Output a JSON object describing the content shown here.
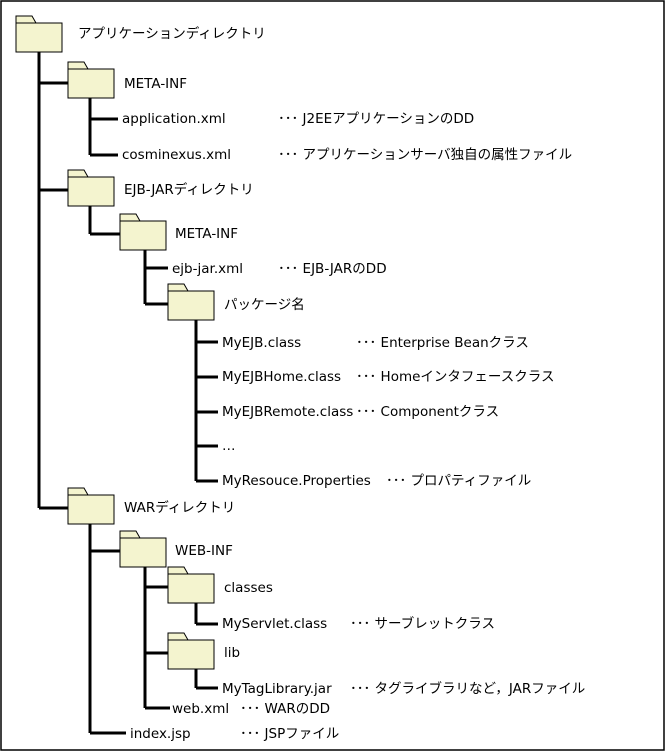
{
  "nodes": {
    "root": "アプリケーションディレクトリ",
    "meta_inf_1": "META-INF",
    "application_xml": "application.xml",
    "cosminexus_xml": "cosminexus.xml",
    "ejb_jar_dir": "EJB-JARディレクトリ",
    "meta_inf_2": "META-INF",
    "ejb_jar_xml": "ejb-jar.xml",
    "package_name": "パッケージ名",
    "myejb_class": "MyEJB.class",
    "myejbhome_class": "MyEJBHome.class",
    "myejbremote_class": "MyEJBRemote.class",
    "ellipsis": "…",
    "myresouce_properties": "MyResouce.Properties",
    "war_dir": "WARディレクトリ",
    "web_inf": "WEB-INF",
    "classes": "classes",
    "myservlet_class": "MyServlet.class",
    "lib": "lib",
    "mytaglibrary_jar": "MyTagLibrary.jar",
    "web_xml": "web.xml",
    "index_jsp": "index.jsp"
  },
  "descriptions": {
    "application_xml": "･･･ J2EEアプリケーションのDD",
    "cosminexus_xml": "･･･ アプリケーションサーバ独自の属性ファイル",
    "ejb_jar_xml": "･･･ EJB-JARのDD",
    "myejb_class": "･･･ Enterprise Beanクラス",
    "myejbhome_class": "･･･ Homeインタフェースクラス",
    "myejbremote_class": "･･･ Componentクラス",
    "myresouce_properties": "･･･ プロパティファイル",
    "myservlet_class": "･･･ サーブレットクラス",
    "mytaglibrary_jar": "･･･ タグライブラリなど，JARファイル",
    "web_xml": "･･･ WARのDD",
    "index_jsp": "･･･ JSPファイル"
  },
  "colors": {
    "folder_fill": "#f4f4cf",
    "line": "#000000",
    "frame": "#000000"
  },
  "icons": {
    "folder": "folder-icon"
  }
}
